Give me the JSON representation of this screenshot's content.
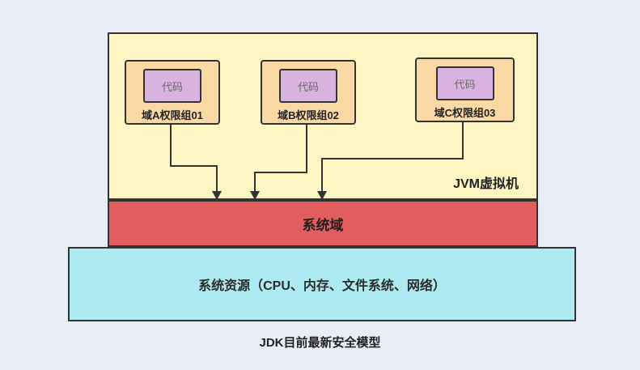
{
  "diagram": {
    "jvm_box": {
      "label": "JVM虚拟机",
      "fill": "#fdf6c2"
    },
    "domains": [
      {
        "label": "域A权限组01",
        "code_label": "代码"
      },
      {
        "label": "域B权限组02",
        "code_label": "代码"
      },
      {
        "label": "域C权限组03",
        "code_label": "代码"
      }
    ],
    "system_domain": {
      "label": "系统域",
      "fill": "#e25d5d"
    },
    "system_resources": {
      "label": "系统资源（CPU、内存、文件系统、网络）",
      "fill": "#aeeaf2"
    },
    "caption": "JDK目前最新安全模型",
    "colors": {
      "background": "#e9edf8",
      "domain_fill": "#fbd9a5",
      "code_fill": "#d8b3e0",
      "border": "#333333"
    }
  }
}
